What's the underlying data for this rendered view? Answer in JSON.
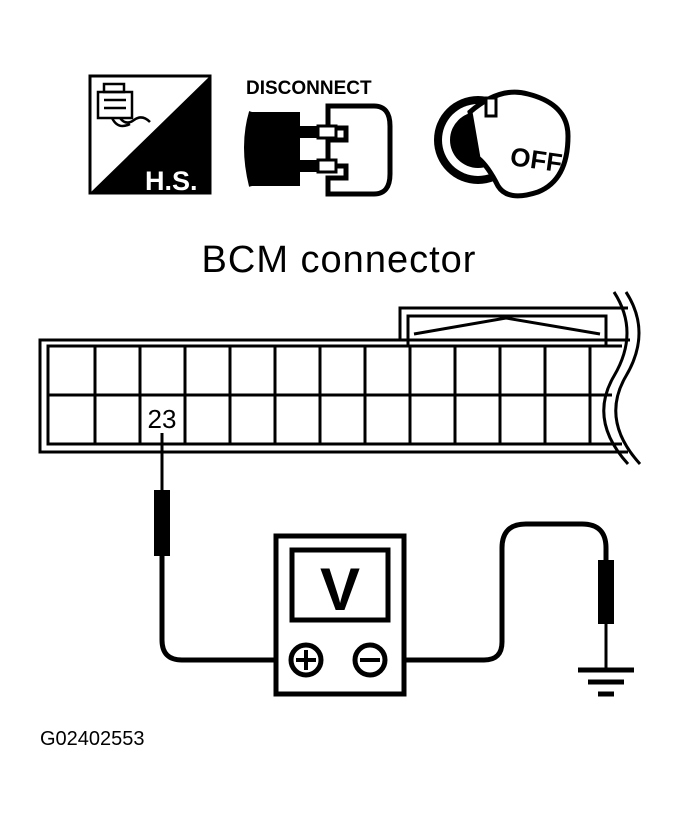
{
  "icons": {
    "harness_label": "H.S.",
    "disconnect_label": "DISCONNECT",
    "ignition_label": "OFF"
  },
  "connector": {
    "title": "BCM connector",
    "terminal": "23"
  },
  "meter": {
    "letter": "V"
  },
  "figure_code": "G02402553"
}
